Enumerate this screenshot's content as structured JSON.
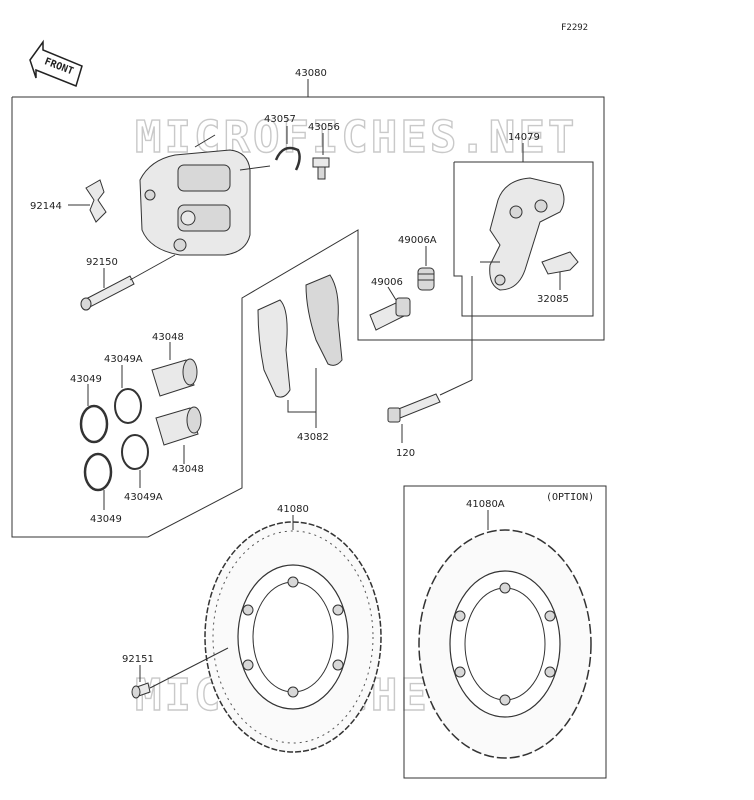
{
  "figure_code": "F2292",
  "front_badge": "FRONT",
  "watermark": "MICROFICHES.NET",
  "option_label": "(OPTION)",
  "parts": {
    "caliper_assy": "43080",
    "pin_clip": "43057",
    "bleeder": "43056",
    "bracket": "14079",
    "spring": "92144",
    "pin": "92150",
    "boot_a": "49006A",
    "boot": "49006",
    "pad_spring": "32085",
    "piston_top": "43048",
    "seal_a_top": "43049A",
    "seal_top": "43049",
    "piston_bottom": "43048",
    "seal_a_bottom": "43049A",
    "seal_bottom": "43049",
    "pads": "43082",
    "bolt": "120",
    "disc": "41080",
    "disc_option": "41080A",
    "screw": "92151"
  }
}
